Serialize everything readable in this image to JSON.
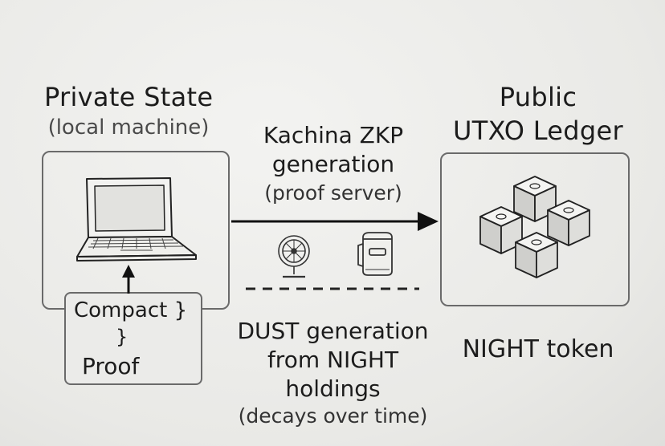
{
  "private_state": {
    "title": "Private State",
    "subtitle": "(local machine)"
  },
  "proof_generation": {
    "line1": "Kachina ZKP",
    "line2": "generation",
    "line3": "(proof server)"
  },
  "public_ledger": {
    "line1": "Public",
    "line2": "UTXO Ledger"
  },
  "compact_box": {
    "compact_label": "Compact }",
    "brace_label": "}",
    "proof_label": "Proof"
  },
  "dust": {
    "line1": "DUST generation",
    "line2": "from NIGHT",
    "line3": "holdings",
    "line4": "(decays over time)"
  },
  "night_token": {
    "label": "NIGHT token"
  },
  "icons": [
    "laptop-icon",
    "fan-icon",
    "mug-icon",
    "utxo-cubes-icon",
    "arrow-right-icon",
    "arrow-up-icon"
  ],
  "colors": {
    "ink": "#1c1c1c",
    "pencil": "#6a6a6a",
    "paper": "#ebebe9"
  }
}
